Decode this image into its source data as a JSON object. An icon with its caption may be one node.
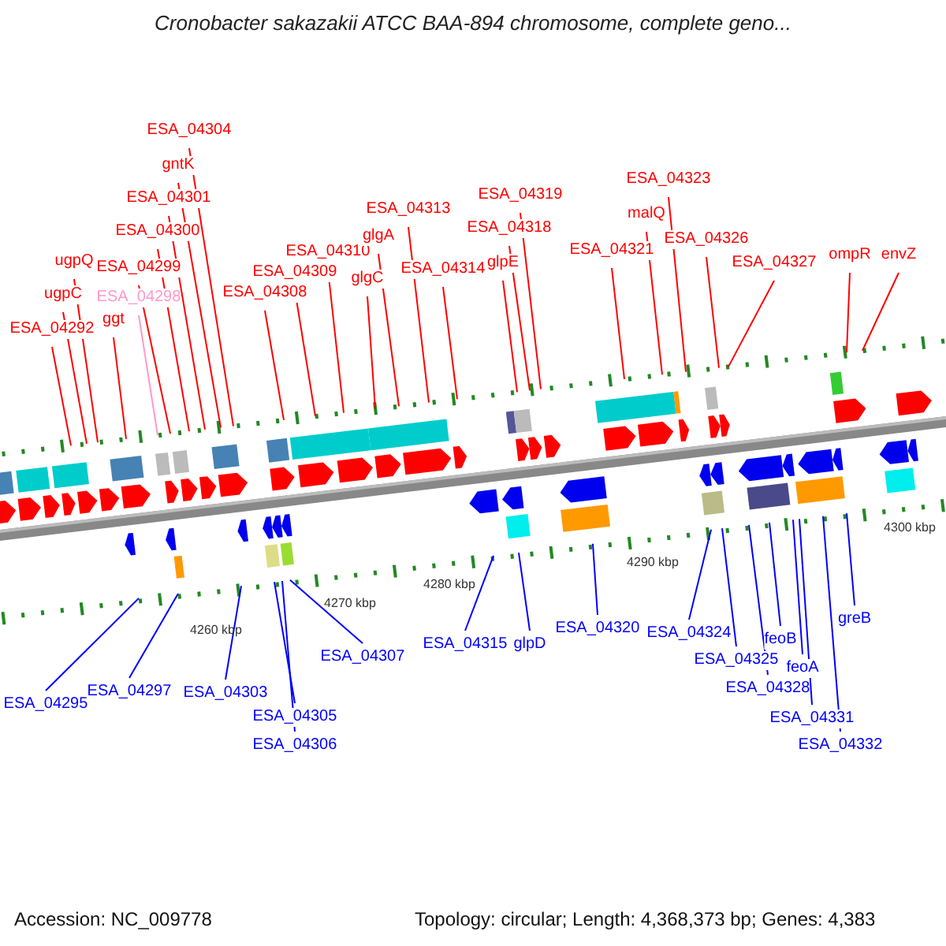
{
  "diagram": {
    "title": "Cronobacter sakazakii ATCC BAA-894 chromosome, complete geno...",
    "nodes": [
      {
        "text": [
          "ESA_04292"
        ]
      },
      {
        "text": [
          "ugpC"
        ]
      },
      {
        "text": [
          "ugpQ"
        ]
      },
      {
        "text": [
          "ggt"
        ]
      },
      {
        "text": [
          "ESA_04298"
        ]
      },
      {
        "text": [
          "ESA_04299"
        ]
      },
      {
        "text": [
          "ESA_04300"
        ]
      },
      {
        "text": [
          "ESA_04301"
        ]
      },
      {
        "text": [
          "gntK"
        ]
      },
      {
        "text": [
          "ESA_04304"
        ]
      },
      {
        "text": [
          "ESA_04308"
        ]
      },
      {
        "text": [
          "ESA_04309"
        ]
      },
      {
        "text": [
          "ESA_04310"
        ]
      },
      {
        "text": [
          "glgC"
        ]
      },
      {
        "text": [
          "glgA"
        ]
      },
      {
        "text": [
          "ESA_04313"
        ]
      },
      {
        "text": [
          "ESA_04314"
        ]
      },
      {
        "text": [
          "glpE"
        ]
      },
      {
        "text": [
          "ESA_04318"
        ]
      },
      {
        "text": [
          "ESA_04319"
        ]
      },
      {
        "text": [
          "ESA_04321"
        ]
      },
      {
        "text": [
          "malQ"
        ]
      },
      {
        "text": [
          "ESA_04323"
        ]
      },
      {
        "text": [
          "ESA_04326"
        ]
      },
      {
        "text": [
          "ESA_04327"
        ]
      },
      {
        "text": [
          "ompR"
        ]
      },
      {
        "text": [
          "envZ"
        ]
      },
      {
        "text": [
          "ESA_04295"
        ]
      },
      {
        "text": [
          "ESA_04297"
        ]
      },
      {
        "text": [
          "ESA_04303"
        ]
      },
      {
        "text": [
          "ESA_04305"
        ]
      },
      {
        "text": [
          "ESA_04306"
        ]
      },
      {
        "text": [
          "ESA_04307"
        ]
      },
      {
        "text": [
          "ESA_04315"
        ]
      },
      {
        "text": [
          "glpD"
        ]
      },
      {
        "text": [
          "ESA_04320"
        ]
      },
      {
        "text": [
          "ESA_04324"
        ]
      },
      {
        "text": [
          "ESA_04325"
        ]
      },
      {
        "text": [
          "ESA_04328"
        ]
      },
      {
        "text": [
          "feoB"
        ]
      },
      {
        "text": [
          "feoA"
        ]
      },
      {
        "text": [
          "ESA_04331"
        ]
      },
      {
        "text": [
          "ESA_04332"
        ]
      },
      {
        "text": [
          "greB"
        ]
      }
    ],
    "edges": [
      {
        "from": 0,
        "to": null,
        "arrow": "none"
      },
      {
        "from": 1,
        "to": null,
        "arrow": "none"
      },
      {
        "from": 2,
        "to": null,
        "arrow": "none"
      },
      {
        "from": 3,
        "to": null,
        "arrow": "none"
      },
      {
        "from": 4,
        "to": null,
        "arrow": "none",
        "color": "#ff99cc"
      },
      {
        "from": 5,
        "to": null,
        "arrow": "none"
      },
      {
        "from": 6,
        "to": null,
        "arrow": "none"
      },
      {
        "from": 7,
        "to": null,
        "arrow": "none"
      },
      {
        "from": 8,
        "to": null,
        "arrow": "none"
      },
      {
        "from": 9,
        "to": null,
        "arrow": "none"
      },
      {
        "from": 10,
        "to": null,
        "arrow": "none"
      },
      {
        "from": 11,
        "to": null,
        "arrow": "none"
      },
      {
        "from": 12,
        "to": null,
        "arrow": "none"
      },
      {
        "from": 13,
        "to": null,
        "arrow": "none"
      },
      {
        "from": 14,
        "to": null,
        "arrow": "none"
      },
      {
        "from": 15,
        "to": null,
        "arrow": "none"
      },
      {
        "from": 16,
        "to": null,
        "arrow": "none"
      },
      {
        "from": 17,
        "to": null,
        "arrow": "none"
      },
      {
        "from": 18,
        "to": null,
        "arrow": "none"
      },
      {
        "from": 19,
        "to": null,
        "arrow": "none"
      },
      {
        "from": 20,
        "to": null,
        "arrow": "none"
      },
      {
        "from": 21,
        "to": null,
        "arrow": "none"
      },
      {
        "from": 22,
        "to": null,
        "arrow": "none"
      },
      {
        "from": 23,
        "to": null,
        "arrow": "none"
      },
      {
        "from": 24,
        "to": null,
        "arrow": "none"
      },
      {
        "from": 25,
        "to": null,
        "arrow": "none"
      },
      {
        "from": 26,
        "to": null,
        "arrow": "none"
      },
      {
        "from": 27,
        "to": null,
        "arrow": "none",
        "color": "#0000ff"
      },
      {
        "from": 28,
        "to": null,
        "arrow": "none",
        "color": "#0000ff"
      },
      {
        "from": 29,
        "to": null,
        "arrow": "none",
        "color": "#0000ff"
      },
      {
        "from": 30,
        "to": null,
        "arrow": "none",
        "color": "#0000ff"
      },
      {
        "from": 31,
        "to": null,
        "arrow": "none",
        "color": "#0000ff"
      },
      {
        "from": 32,
        "to": null,
        "arrow": "none",
        "color": "#0000ff"
      },
      {
        "from": 33,
        "to": null,
        "arrow": "none",
        "color": "#0000ff"
      },
      {
        "from": 34,
        "to": null,
        "arrow": "none",
        "color": "#0000ff"
      },
      {
        "from": 35,
        "to": null,
        "arrow": "none",
        "color": "#0000ff"
      },
      {
        "from": 36,
        "to": null,
        "arrow": "none",
        "color": "#0000ff"
      },
      {
        "from": 37,
        "to": null,
        "arrow": "none",
        "color": "#0000ff"
      },
      {
        "from": 38,
        "to": null,
        "arrow": "none",
        "color": "#0000ff"
      },
      {
        "from": 39,
        "to": null,
        "arrow": "none",
        "color": "#0000ff"
      },
      {
        "from": 40,
        "to": null,
        "arrow": "none",
        "color": "#0000ff"
      },
      {
        "from": 41,
        "to": null,
        "arrow": "none",
        "color": "#0000ff"
      },
      {
        "from": 42,
        "to": null,
        "arrow": "none",
        "color": "#0000ff"
      },
      {
        "from": 43,
        "to": null,
        "arrow": "none",
        "color": "#0000ff"
      }
    ],
    "labels": [
      "4260 kbp",
      "4270 kbp",
      "4280 kbp",
      "4290 kbp",
      "4300 kbp",
      "Accession: NC_009778",
      "Topology: circular; Length: 4,368,373 bp; Genes: 4,383"
    ]
  }
}
